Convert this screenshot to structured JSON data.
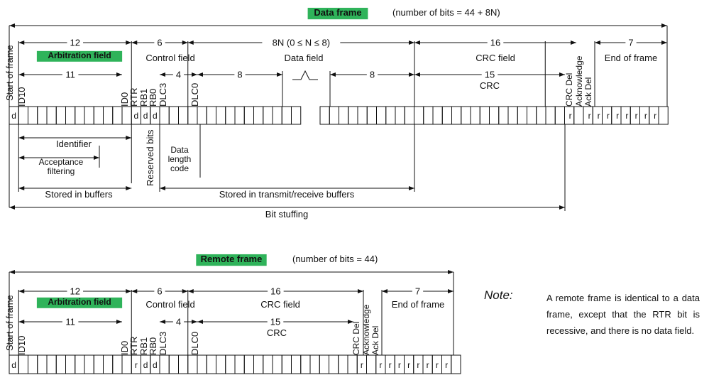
{
  "data_frame": {
    "title": "Data frame",
    "bits_note": "(number of bits = 44 + 8N)",
    "fields": {
      "arbitration_count": "12",
      "arbitration_label": "Arbitration field",
      "control_count": "6",
      "control_label": "Control field",
      "data_count": "8N (0 ≤ N ≤ 8)",
      "data_label": "Data field",
      "crc_count": "16",
      "crc_label": "CRC field",
      "eof_count": "7",
      "eof_label": "End of frame"
    },
    "sub": {
      "id_count": "11",
      "dlc_count": "4",
      "byte_count_left": "8",
      "byte_count_right": "8",
      "crc_seq_count": "15",
      "crc_seq_label": "CRC"
    },
    "bit_labels": {
      "sof": "Start of frame",
      "id10": "ID10",
      "id0": "ID0",
      "rtr": "RTR",
      "rb1": "RB1",
      "rb0": "RB0",
      "dlc3": "DLC3",
      "dlc0": "DLC0",
      "crc_del": "CRC Del",
      "ack": "Acknowledge",
      "ack_del": "Ack Del"
    },
    "cells": {
      "sof": "d",
      "rtr": "d",
      "rb1": "d",
      "rb0": "d",
      "crc_del": "r",
      "ack_del": "r",
      "eof": [
        "r",
        "r",
        "r",
        "r",
        "r",
        "r",
        "r"
      ]
    },
    "annotations": {
      "identifier": "Identifier",
      "acceptance": [
        "Acceptance",
        "filtering"
      ],
      "reserved_bits": "Reserved bits",
      "data_length_code": [
        "Data",
        "length",
        "code"
      ],
      "stored_buffers": "Stored in buffers",
      "stored_tx_rx": "Stored in transmit/receive buffers",
      "bit_stuffing": "Bit stuffing"
    }
  },
  "remote_frame": {
    "title": "Remote frame",
    "bits_note": "(number of bits = 44)",
    "fields": {
      "arbitration_count": "12",
      "arbitration_label": "Arbitration field",
      "control_count": "6",
      "control_label": "Control field",
      "crc_count": "16",
      "crc_label": "CRC field",
      "eof_count": "7",
      "eof_label": "End of frame"
    },
    "sub": {
      "id_count": "11",
      "dlc_count": "4",
      "crc_seq_count": "15",
      "crc_seq_label": "CRC"
    },
    "bit_labels": {
      "sof": "Start of frame",
      "id10": "ID10",
      "id0": "ID0",
      "rtr": "RTR",
      "rb1": "RB1",
      "rb0": "RB0",
      "dlc3": "DLC3",
      "dlc0": "DLC0",
      "crc_del": "CRC Del",
      "ack": "Acknowledge",
      "ack_del": "Ack Del"
    },
    "cells": {
      "sof": "d",
      "rtr": "r",
      "rb1": "d",
      "rb0": "d",
      "crc_del": "r",
      "ack_del": "r",
      "eof": [
        "r",
        "r",
        "r",
        "r",
        "r",
        "r",
        "r"
      ]
    }
  },
  "note": {
    "label": "Note:",
    "text": "A remote frame is identical to a data frame, except that the RTR bit is recessive, and there is no data field."
  },
  "colors": {
    "highlight": "#2fb35a",
    "line": "#111111"
  }
}
